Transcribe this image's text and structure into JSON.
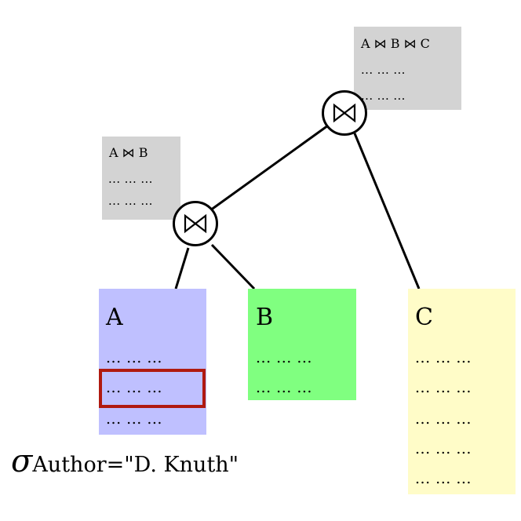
{
  "colors": {
    "table_a": "#bfc0ff",
    "table_b": "#80ff80",
    "table_c": "#fffcc8",
    "intermediate": "#d3d3d3",
    "highlight": "#b01a10"
  },
  "tables": {
    "a": {
      "name": "A",
      "rows": [
        "... ... ...",
        "... ... ...",
        "... ... ..."
      ]
    },
    "b": {
      "name": "B",
      "rows": [
        "... ... ...",
        "... ... ..."
      ]
    },
    "c": {
      "name": "C",
      "rows": [
        "... ... ...",
        "... ... ...",
        "... ... ...",
        "... ... ...",
        "... ... ..."
      ]
    }
  },
  "intermediates": {
    "ab": {
      "title": "A ⋈ B",
      "rows": [
        "... ... ...",
        "... ... ..."
      ]
    },
    "abc": {
      "title": "A ⋈ B ⋈ C",
      "rows": [
        "... ... ...",
        "... ... ..."
      ]
    }
  },
  "join_nodes": {
    "lower": {
      "icon": "join-icon"
    },
    "upper": {
      "icon": "join-icon"
    }
  },
  "selection": {
    "symbol": "σ",
    "predicate": "Author=\"D. Knuth\""
  }
}
